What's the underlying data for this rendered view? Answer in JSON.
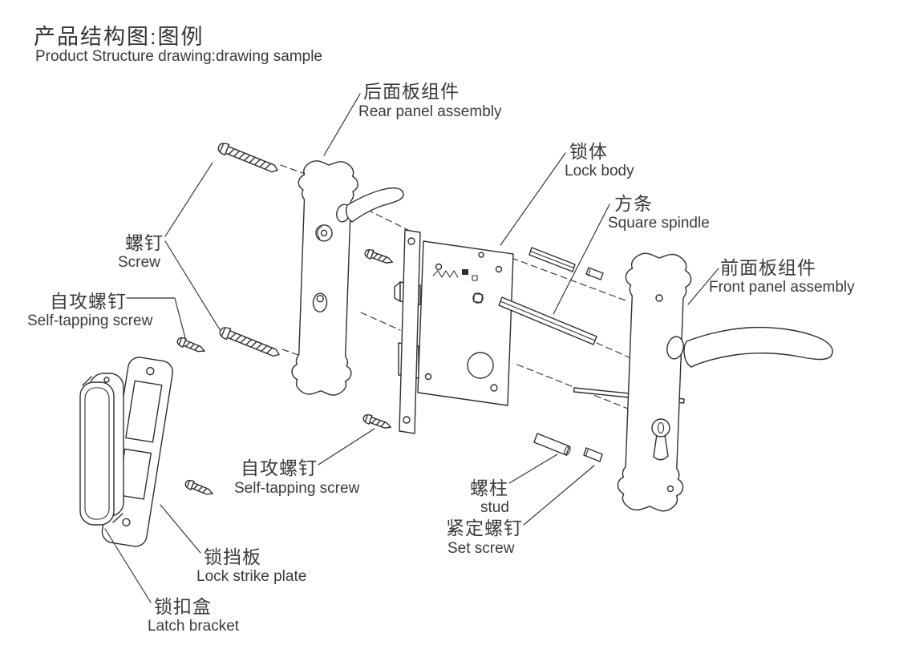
{
  "title": {
    "zh": "产品结构图:图例",
    "en": "Product Structure drawing:drawing sample"
  },
  "labels": {
    "rear_panel": {
      "zh": "后面板组件",
      "en": "Rear panel assembly"
    },
    "lock_body": {
      "zh": "锁体",
      "en": "Lock body"
    },
    "square_spindle": {
      "zh": "方条",
      "en": "Square spindle"
    },
    "front_panel": {
      "zh": "前面板组件",
      "en": "Front panel assembly"
    },
    "screw": {
      "zh": "螺钉",
      "en": "Screw"
    },
    "self_tapping_screw_1": {
      "zh": "自攻螺钉",
      "en": "Self-tapping screw"
    },
    "self_tapping_screw_2": {
      "zh": "自攻螺钉",
      "en": "Self-tapping screw"
    },
    "lock_strike_plate": {
      "zh": "锁挡板",
      "en": "Lock strike plate"
    },
    "latch_bracket": {
      "zh": "锁扣盒",
      "en": "Latch bracket"
    },
    "stud": {
      "zh": "螺柱",
      "en": "stud"
    },
    "set_screw": {
      "zh": "紧定螺钉",
      "en": "Set screw"
    }
  },
  "colors": {
    "line": "#2f2f2f",
    "text": "#3b3b3b",
    "background": "#ffffff"
  }
}
